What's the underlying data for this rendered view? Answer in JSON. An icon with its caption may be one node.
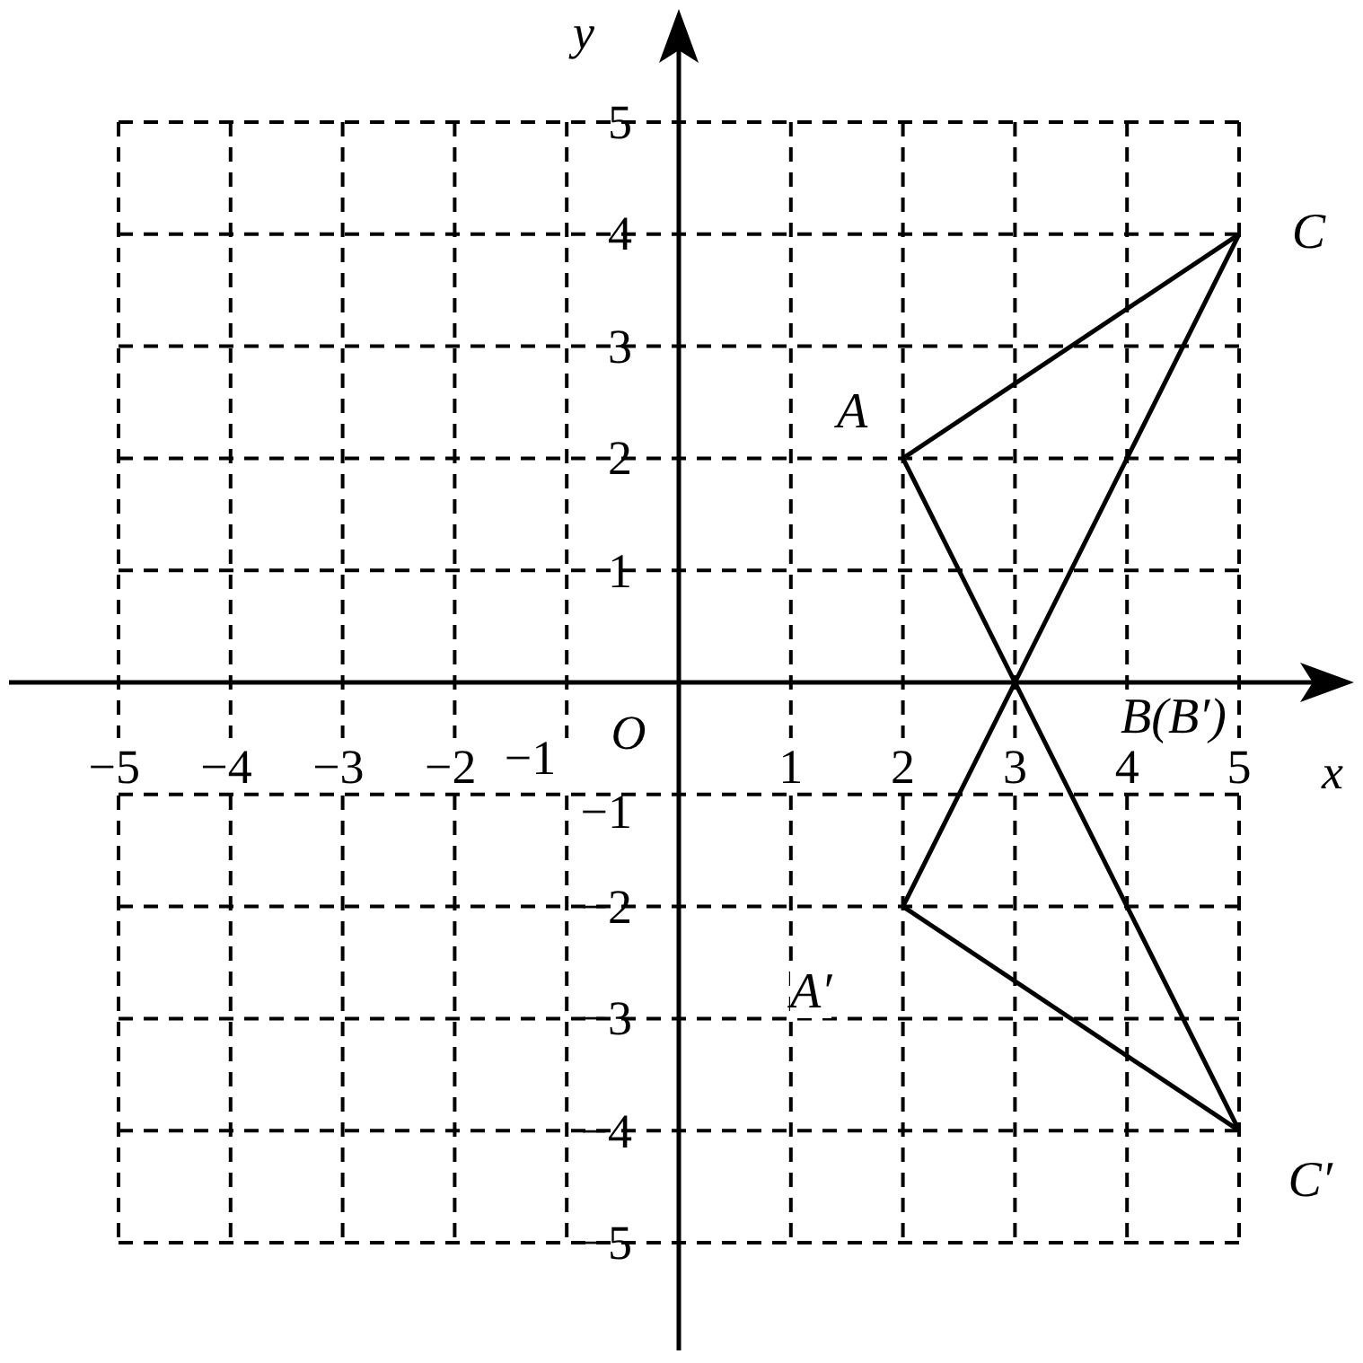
{
  "diagram": {
    "nodes": [
      {
        "text": [
          "A"
        ]
      },
      {
        "text": [
          "B(B′)"
        ]
      },
      {
        "text": [
          "C"
        ]
      },
      {
        "text": [
          "A′"
        ]
      },
      {
        "text": [
          "C′"
        ]
      }
    ],
    "edges": [
      {
        "from": 0,
        "to": 2,
        "arrow": "none"
      },
      {
        "from": 0,
        "to": 1,
        "arrow": "none"
      },
      {
        "from": 1,
        "to": 2,
        "arrow": "none"
      },
      {
        "from": 3,
        "to": 1,
        "arrow": "none"
      },
      {
        "from": 1,
        "to": 4,
        "arrow": "none"
      },
      {
        "from": 3,
        "to": 4,
        "arrow": "none"
      }
    ],
    "labels": [
      "y",
      "5",
      "4",
      "3",
      "2",
      "1",
      "O",
      "−5",
      "−4",
      "−3",
      "−2",
      "−1",
      "1",
      "2",
      "3",
      "4",
      "5",
      "x",
      "−1",
      "−2",
      "−3",
      "−4",
      "−5"
    ]
  }
}
